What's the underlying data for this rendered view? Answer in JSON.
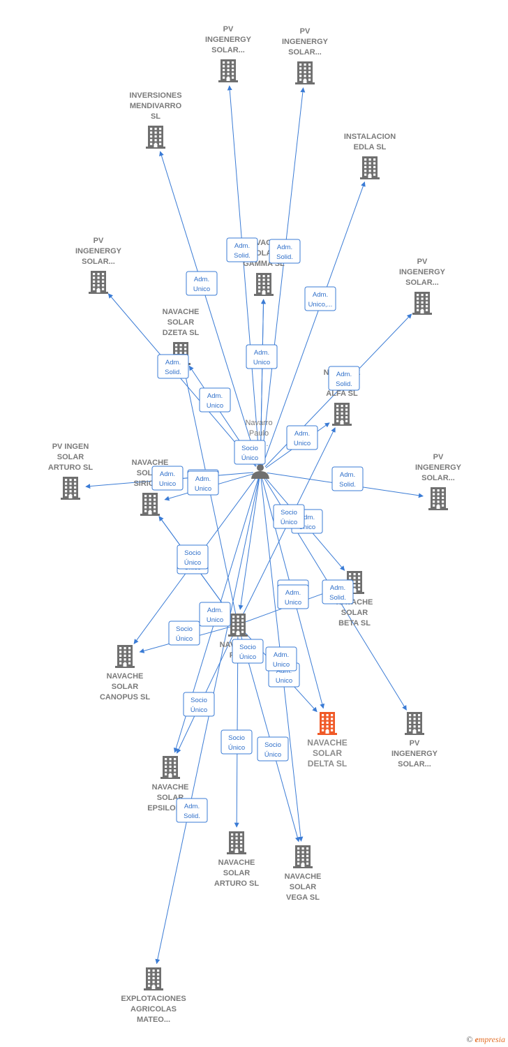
{
  "colors": {
    "edge": "#3a7bd5",
    "building": "#6f6f6f",
    "focus": "#f05a28",
    "text": "#7a7a7a"
  },
  "person": {
    "lines": [
      "Navarro",
      "Paulo",
      "...lo..."
    ],
    "icon": "person-icon"
  },
  "companies": [
    {
      "id": "pv-a",
      "lines": [
        "PV",
        "INGENERGY",
        "SOLAR..."
      ]
    },
    {
      "id": "pv-b",
      "lines": [
        "PV",
        "INGENERGY",
        "SOLAR..."
      ]
    },
    {
      "id": "inversiones",
      "lines": [
        "INVERSIONES",
        "MENDIVARRO",
        "SL"
      ]
    },
    {
      "id": "instalacion",
      "lines": [
        "INSTALACION",
        "EDLA  SL"
      ]
    },
    {
      "id": "pv-c",
      "lines": [
        "PV",
        "INGENERGY",
        "SOLAR..."
      ]
    },
    {
      "id": "gamma",
      "lines": [
        "NAVACHE",
        "SOLAR",
        "GAMMA  SL"
      ]
    },
    {
      "id": "pv-d",
      "lines": [
        "PV",
        "INGENERGY",
        "SOLAR..."
      ]
    },
    {
      "id": "dzeta",
      "lines": [
        "NAVACHE",
        "SOLAR",
        "DZETA  SL"
      ]
    },
    {
      "id": "alfa",
      "lines": [
        "NAVACHE",
        "SOLAR",
        "ALFA  SL"
      ]
    },
    {
      "id": "pv-arturo",
      "lines": [
        "PV INGEN",
        "SOLAR",
        "ARTURO  SL"
      ]
    },
    {
      "id": "sirio",
      "lines": [
        "NAVACHE",
        "SOLAR",
        "SIRIO  SL"
      ]
    },
    {
      "id": "pv-e",
      "lines": [
        "PV",
        "INGENERGY",
        "SOLAR..."
      ]
    },
    {
      "id": "beta",
      "lines": [
        "NAVACHE",
        "SOLAR",
        "BETA  SL"
      ]
    },
    {
      "id": "navache-pu",
      "lines": [
        "NAVACHE",
        "PU..."
      ]
    },
    {
      "id": "canopus",
      "lines": [
        "NAVACHE",
        "SOLAR",
        "CANOPUS  SL"
      ]
    },
    {
      "id": "delta",
      "lines": [
        "NAVACHE",
        "SOLAR",
        "DELTA  SL"
      ],
      "focus": true
    },
    {
      "id": "pv-f",
      "lines": [
        "PV",
        "INGENERGY",
        "SOLAR..."
      ]
    },
    {
      "id": "epsilon",
      "lines": [
        "NAVACHE",
        "SOLAR",
        "EPSILON  SL"
      ]
    },
    {
      "id": "arturo",
      "lines": [
        "NAVACHE",
        "SOLAR",
        "ARTURO  SL"
      ]
    },
    {
      "id": "vega",
      "lines": [
        "NAVACHE",
        "SOLAR",
        "VEGA  SL"
      ]
    },
    {
      "id": "explotaciones",
      "lines": [
        "EXPLOTACIONES",
        "AGRICOLAS",
        "MATEO..."
      ]
    }
  ],
  "relations": [
    {
      "from": "person",
      "to": "pv-a",
      "lines": [
        "Adm.",
        "Solid."
      ]
    },
    {
      "from": "person",
      "to": "pv-b",
      "lines": [
        "Adm.",
        "Solid."
      ]
    },
    {
      "from": "person",
      "to": "inversiones",
      "lines": [
        "Adm.",
        "Unico"
      ]
    },
    {
      "from": "person",
      "to": "instalacion",
      "lines": [
        "Adm.",
        "Unico,..."
      ]
    },
    {
      "from": "person",
      "to": "gamma",
      "lines": [
        "Adm.",
        "Unico"
      ]
    },
    {
      "from": "person",
      "to": "pv-c",
      "lines": [
        "Adm.",
        "Solid."
      ]
    },
    {
      "from": "person",
      "to": "dzeta",
      "lines": [
        "Adm.",
        "Unico"
      ]
    },
    {
      "from": "person",
      "to": "pv-d",
      "lines": [
        "Adm.",
        "Solid."
      ]
    },
    {
      "from": "person",
      "to": "alfa",
      "lines": [
        "Adm.",
        "Unico"
      ]
    },
    {
      "from": "person",
      "to": "sirio",
      "lines": [
        "Adm.",
        "Unico"
      ]
    },
    {
      "from": "person",
      "to": "pv-arturo",
      "lines": [
        "Adm.",
        "Solid."
      ]
    },
    {
      "from": "person",
      "to": "pv-e",
      "lines": [
        "Adm.",
        "Solid."
      ]
    },
    {
      "from": "person",
      "to": "beta",
      "lines": [
        "Adm.",
        "Unico"
      ]
    },
    {
      "from": "person",
      "to": "canopus",
      "lines": [
        "Socio",
        "Único"
      ]
    },
    {
      "from": "person",
      "to": "navache-pu",
      "lines": [
        "Socio",
        "Único"
      ]
    },
    {
      "from": "person",
      "to": "delta",
      "lines": [
        "Adm.",
        "Unico"
      ]
    },
    {
      "from": "person",
      "to": "pv-f",
      "lines": [
        "Adm.",
        "Solid."
      ]
    },
    {
      "from": "person",
      "to": "explotaciones",
      "lines": [
        "Adm.",
        "Solid."
      ]
    },
    {
      "from": "person",
      "to": "epsilon",
      "lines": [
        "Socio",
        "Único"
      ]
    },
    {
      "from": "navache-pu",
      "to": "canopus",
      "lines": [
        "Socio",
        "Único"
      ]
    },
    {
      "from": "navache-pu",
      "to": "sirio",
      "lines": [
        "Socio",
        "Único"
      ]
    },
    {
      "from": "navache-pu",
      "to": "dzeta",
      "lines": [
        "Adm.",
        "Unico"
      ]
    },
    {
      "from": "navache-pu",
      "to": "alfa",
      "lines": [
        "Socio",
        "Único"
      ]
    },
    {
      "from": "navache-pu",
      "to": "beta",
      "lines": [
        "Adm.",
        "Unico"
      ]
    },
    {
      "from": "navache-pu",
      "to": "delta",
      "lines": [
        "Socio",
        "Único"
      ]
    },
    {
      "from": "navache-pu",
      "to": "epsilon",
      "lines": [
        "Adm.",
        "Unico"
      ]
    },
    {
      "from": "navache-pu",
      "to": "arturo",
      "lines": [
        "Socio",
        "Único"
      ]
    },
    {
      "from": "navache-pu",
      "to": "vega",
      "lines": [
        "Socio",
        "Único"
      ]
    },
    {
      "from": "navache-pu",
      "to": "sirio",
      "lines": [
        "Adm.",
        "Unico"
      ]
    },
    {
      "from": "person",
      "to": "gamma",
      "lines": [
        "Adm.",
        "Unico"
      ]
    },
    {
      "from": "person",
      "to": "vega",
      "lines": [
        "Adm.",
        "Unico"
      ]
    }
  ],
  "footer": {
    "copyright": "©",
    "brand_initial": "e",
    "brand": "mpresia"
  }
}
